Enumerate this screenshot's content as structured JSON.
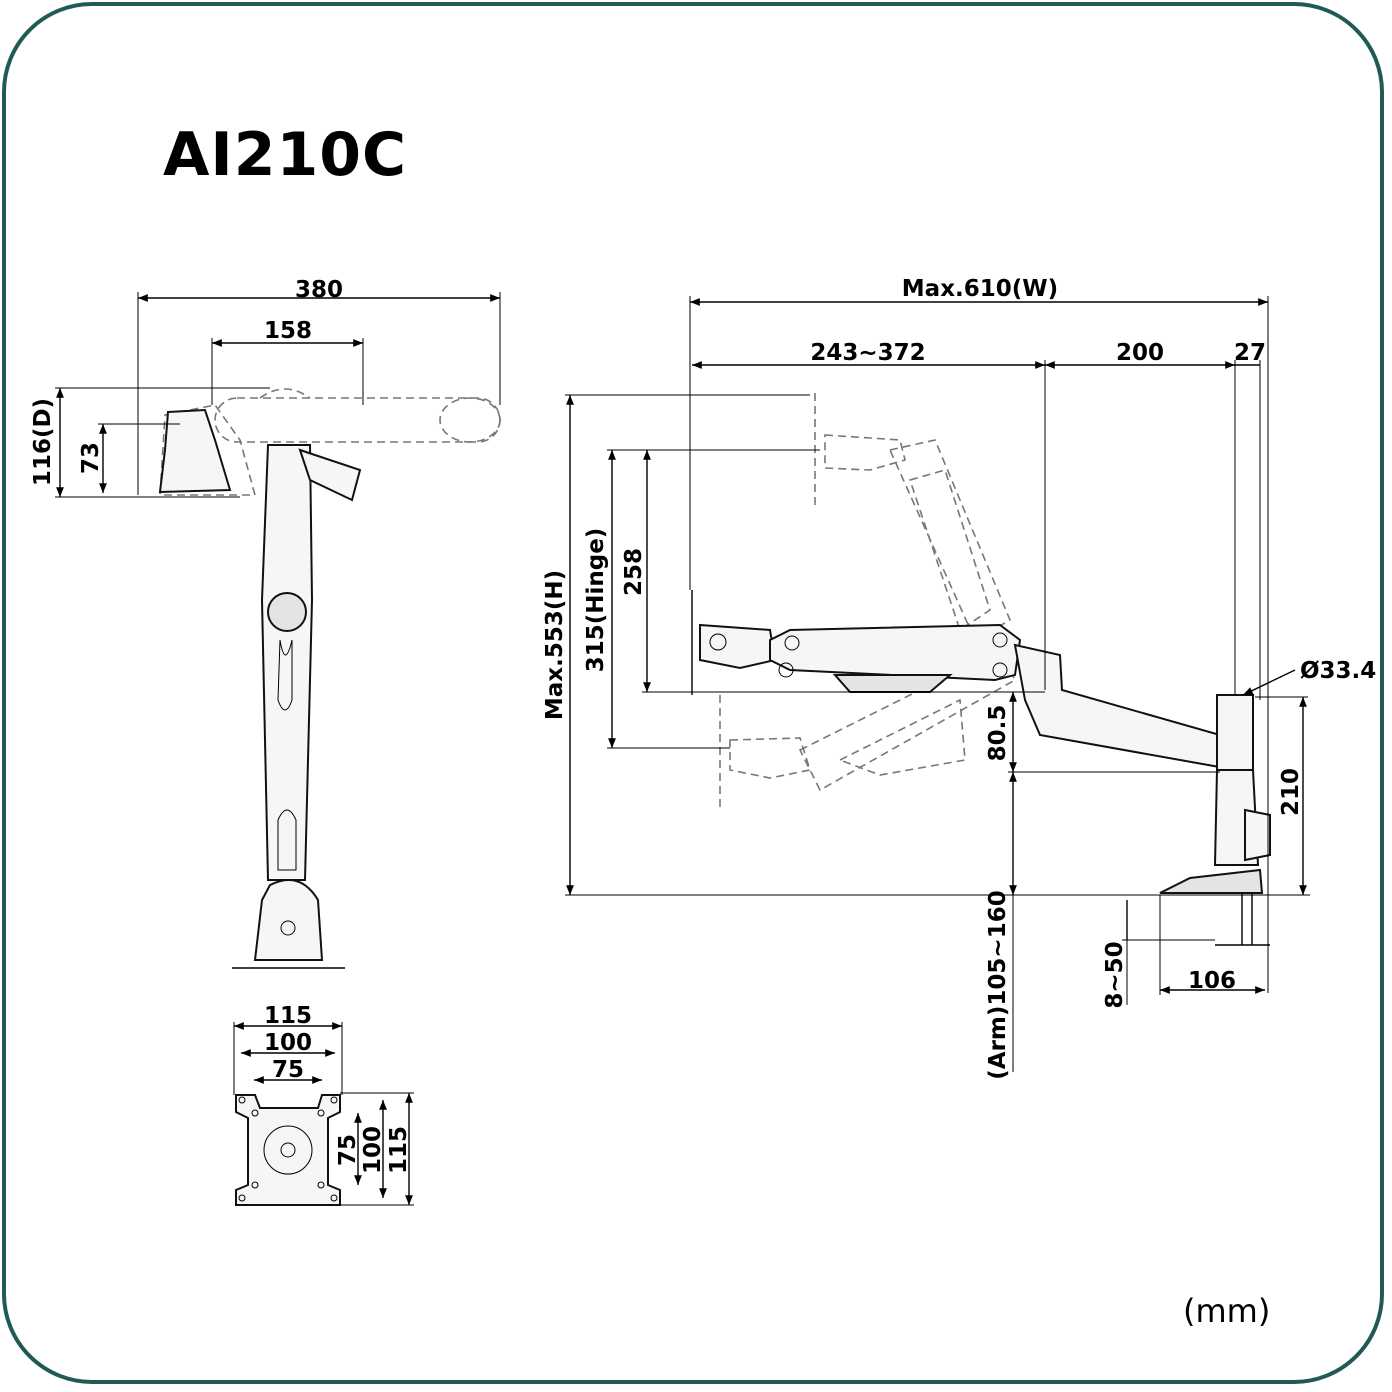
{
  "title": "AI210C",
  "unit": "(mm)",
  "dimensions": {
    "top_view": {
      "width": "380",
      "arm": "158",
      "depth": "116(D)",
      "depth_inner": "73"
    },
    "vesa": {
      "w115": "115",
      "w100": "100",
      "w75": "75",
      "h75": "75",
      "h100": "100",
      "h115": "115"
    },
    "side_view": {
      "max_width": "Max.610(W)",
      "reach": "243~372",
      "arm_length": "200",
      "pole_offset": "27",
      "max_height": "Max.553(H)",
      "hinge": "315(Hinge)",
      "h258": "258",
      "h80_5": "80.5",
      "pole_diameter": "Ø33.4",
      "pole_height": "210",
      "arm_height": "(Arm)105~160",
      "clamp_thickness": "8~50",
      "clamp_depth": "106"
    }
  },
  "colors": {
    "frame": "#1f5a55",
    "line": "#000000",
    "ghost": "#777777"
  }
}
